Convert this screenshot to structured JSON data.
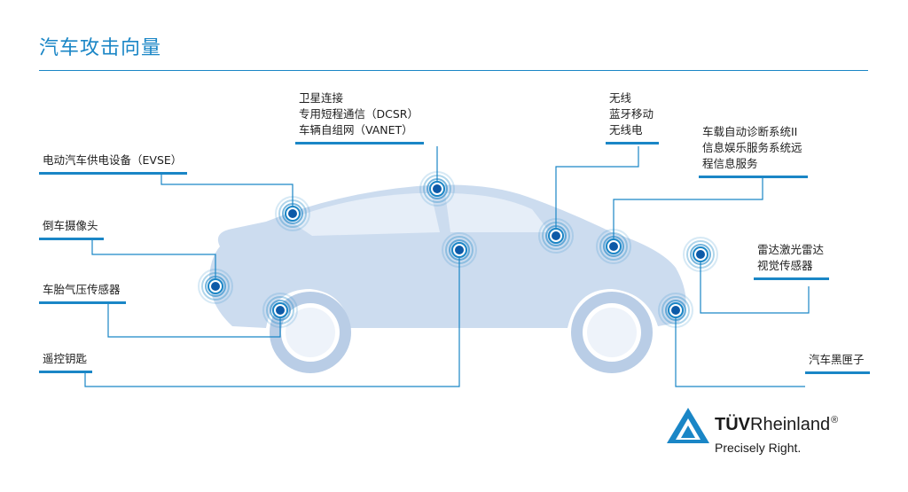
{
  "title": "汽车攻击向量",
  "labels": {
    "satellite": [
      "卫星连接",
      "专用短程通信（DCSR）",
      "车辆自组网（VANET）"
    ],
    "wireless": [
      "无线",
      "蓝牙移动",
      "无线电"
    ],
    "evse": [
      "电动汽车供电设备（EVSE）"
    ],
    "diag": [
      "车载自动诊断系统II",
      "信息娱乐服务系统远",
      "程信息服务"
    ],
    "camera": [
      "倒车摄像头"
    ],
    "radar": [
      "雷达激光雷达",
      "视觉传感器"
    ],
    "tire": [
      "车胎气压传感器"
    ],
    "keyfob": [
      "遥控钥匙"
    ],
    "blackbox": [
      "汽车黑匣子"
    ]
  },
  "brand": {
    "name_bold": "TÜV",
    "name_rest": "Rheinland",
    "registered": "®",
    "tagline": "Precisely Right."
  },
  "colors": {
    "accent": "#1a86c6",
    "car_body": "#ccdcef",
    "node_dark": "#0d5aa7"
  }
}
